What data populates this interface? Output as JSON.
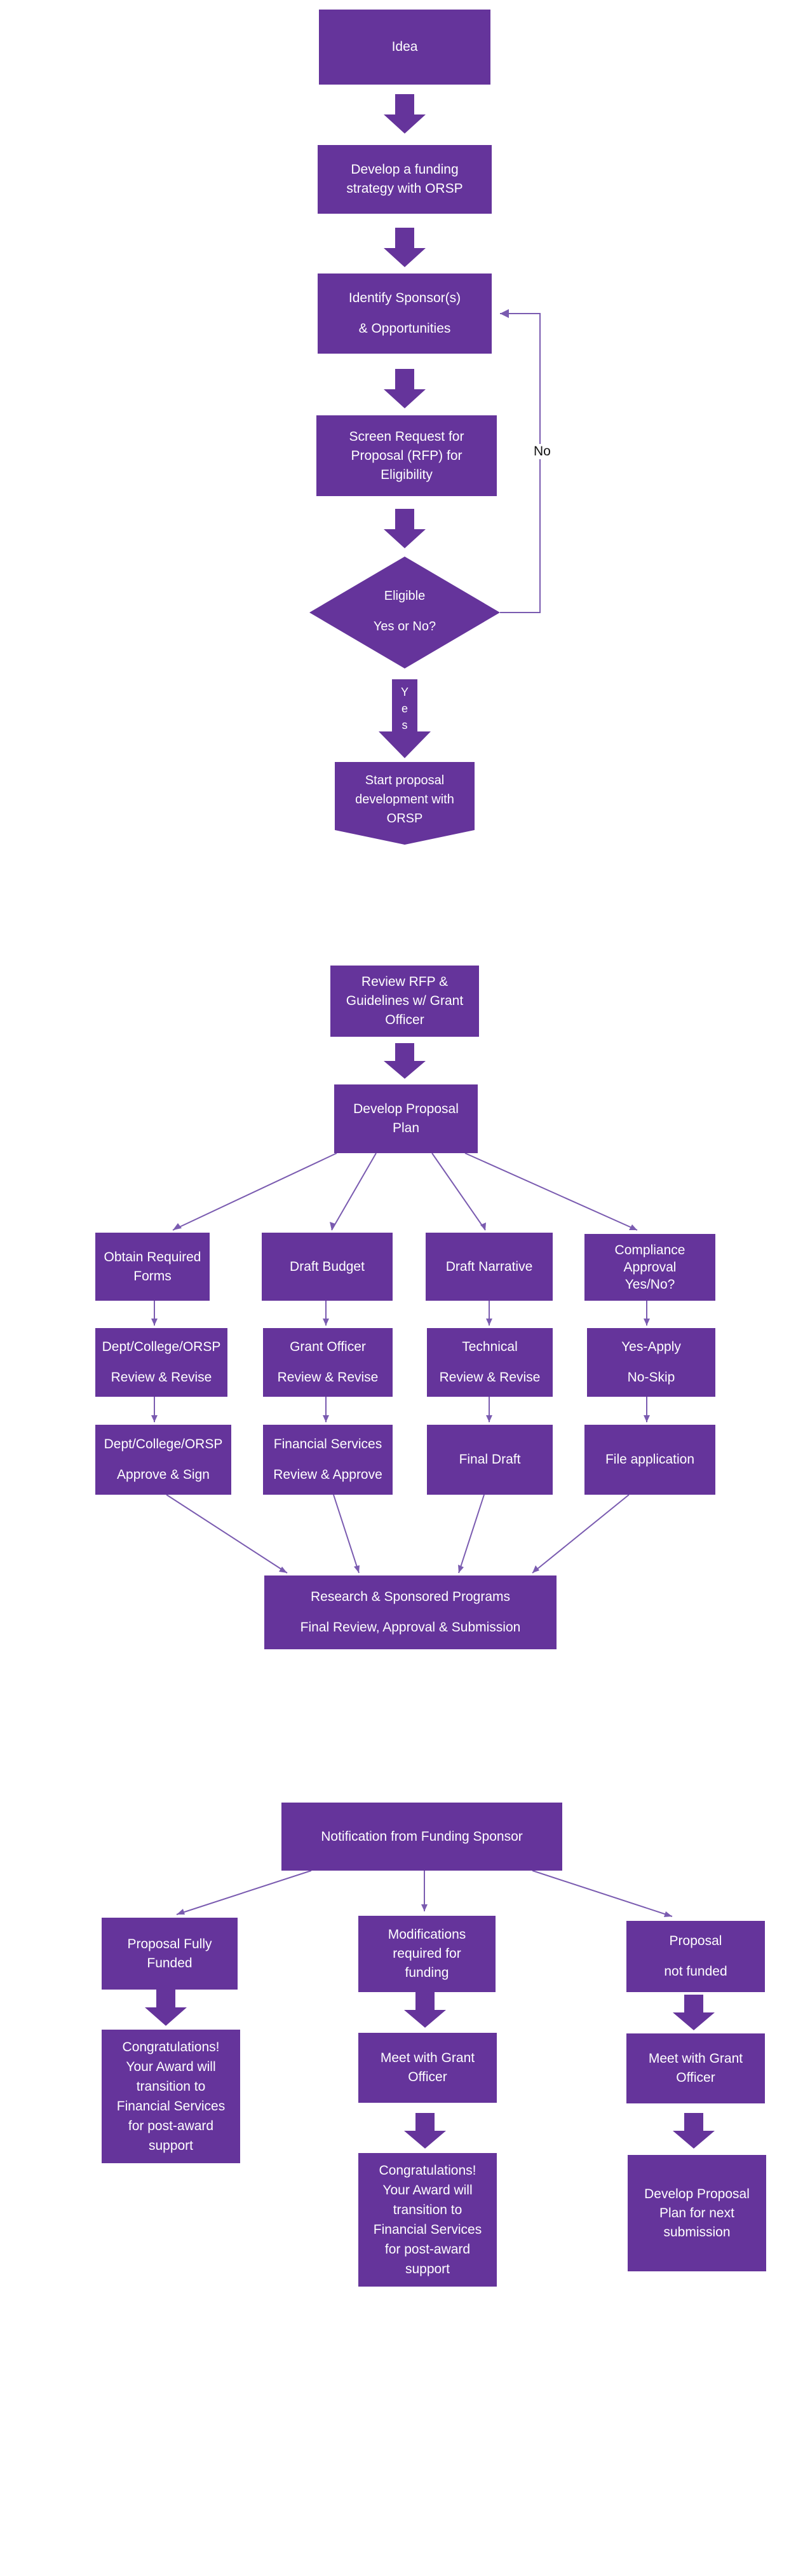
{
  "colors": {
    "box_fill": "#65349b",
    "connector": "#7a5bb0",
    "text_on_box": "#ffffff"
  },
  "section1": {
    "idea": "Idea",
    "funding_strategy": [
      "Develop a funding",
      "strategy with ORSP"
    ],
    "identify_sponsors": [
      "Identify Sponsor(s)",
      "& Opportunities"
    ],
    "screen_rfp": [
      "Screen Request for",
      "Proposal (RFP) for",
      "Eligibility"
    ],
    "eligible": [
      "Eligible",
      "Yes or No?"
    ],
    "no_label": "No",
    "yes_label": [
      "Y",
      "e",
      "s"
    ],
    "start_proposal": [
      "Start proposal",
      "development with",
      "ORSP"
    ]
  },
  "section2": {
    "review_rfp": [
      "Review RFP &",
      "Guidelines w/ Grant",
      "Officer"
    ],
    "develop_plan": [
      "Develop Proposal",
      "Plan"
    ],
    "columns": [
      {
        "top": [
          "Obtain Required",
          "Forms"
        ],
        "mid": [
          "Dept/College/ORSP",
          "Review & Revise"
        ],
        "bottom": [
          "Dept/College/ORSP",
          "Approve & Sign"
        ]
      },
      {
        "top": [
          "Draft Budget"
        ],
        "mid": [
          "Grant Officer",
          "Review & Revise"
        ],
        "bottom": [
          "Financial Services",
          "Review & Approve"
        ]
      },
      {
        "top": [
          "Draft Narrative"
        ],
        "mid": [
          "Technical",
          "Review & Revise"
        ],
        "bottom": [
          "Final Draft"
        ]
      },
      {
        "top": [
          "Compliance",
          "Approval",
          "Yes/No?"
        ],
        "mid": [
          "Yes-Apply",
          "No-Skip"
        ],
        "bottom": [
          "File application"
        ]
      }
    ],
    "rsp": [
      "Research & Sponsored Programs",
      "Final Review, Approval & Submission"
    ]
  },
  "section3": {
    "notification": "Notification from Funding Sponsor",
    "left": {
      "head": [
        "Proposal Fully",
        "Funded"
      ],
      "body": [
        "Congratulations!",
        "Your Award will",
        "transition to",
        "Financial Services",
        "for post-award",
        "support"
      ]
    },
    "middle": {
      "head": [
        "Modifications",
        "required for",
        "funding"
      ],
      "meet": [
        "Meet with Grant",
        "Officer"
      ],
      "body": [
        "Congratulations!",
        "Your Award will",
        "transition to",
        "Financial Services",
        "for post-award",
        "support"
      ]
    },
    "right": {
      "head": [
        "Proposal",
        "not funded"
      ],
      "meet": [
        "Meet with Grant",
        "Officer"
      ],
      "body": [
        "Develop Proposal",
        "Plan for next",
        "submission"
      ]
    }
  }
}
